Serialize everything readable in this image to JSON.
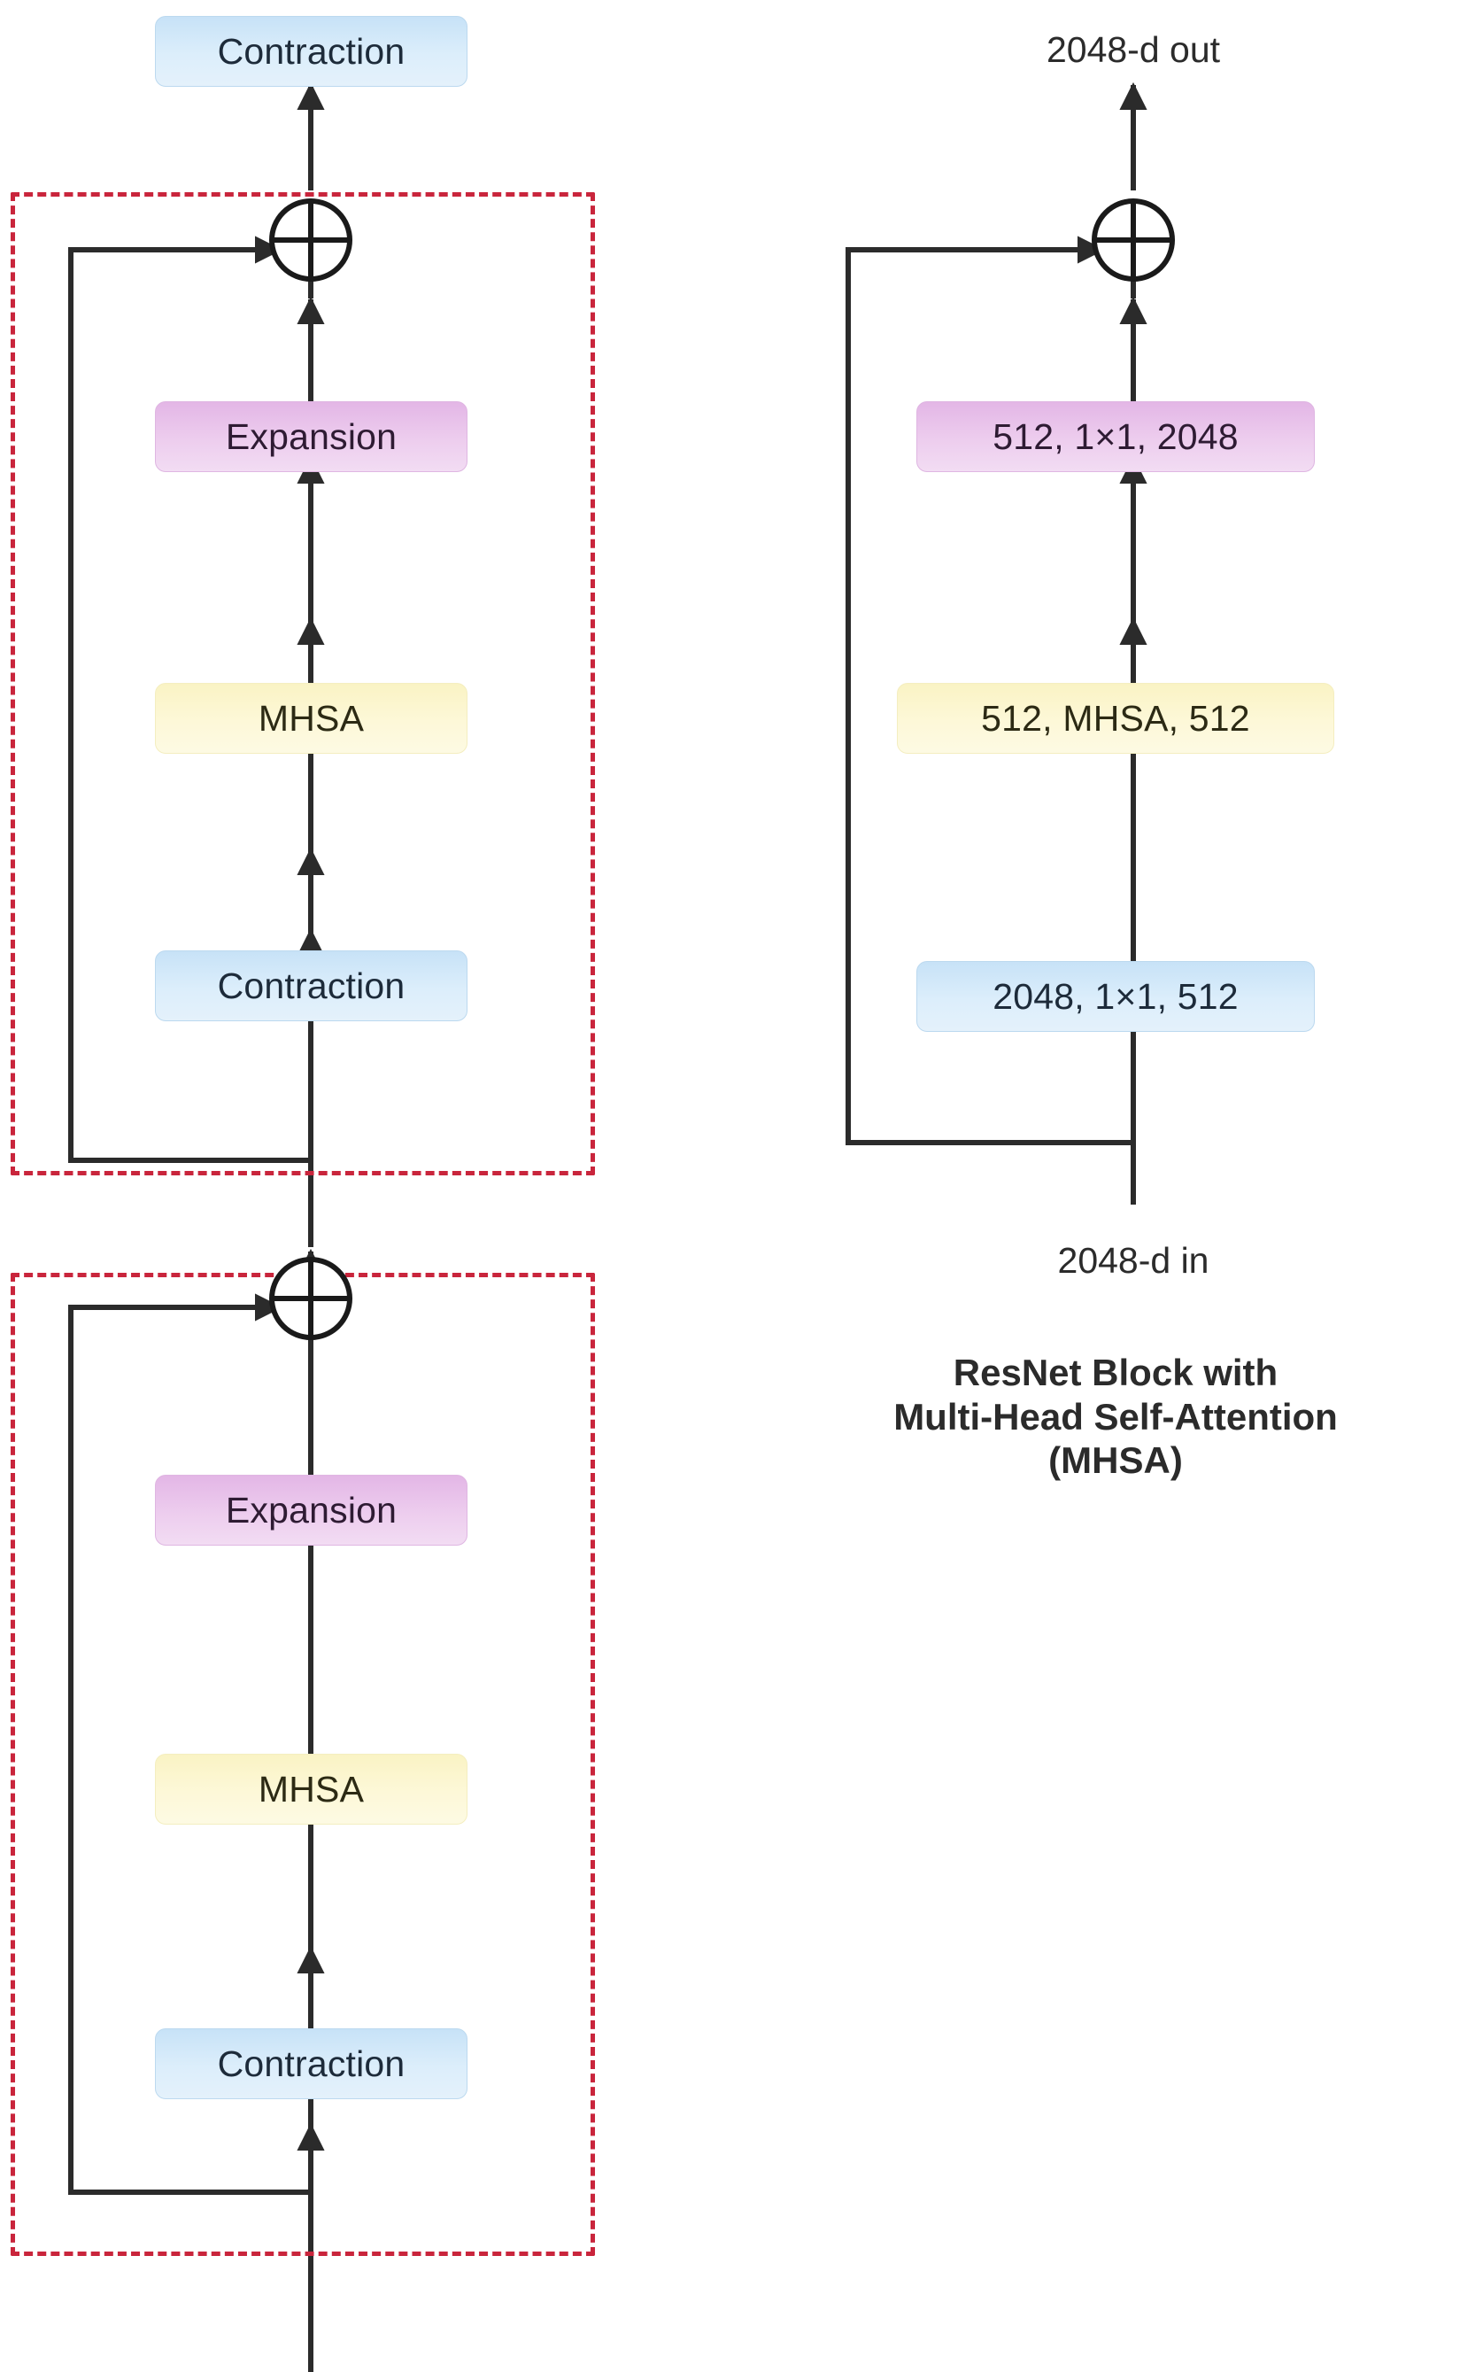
{
  "figure": {
    "caption": "ResNet Block with\nMulti-Head Self-Attention\n(MHSA)"
  },
  "colors": {
    "contraction_fill": "#dceefb",
    "expansion_fill": "#edcdee",
    "mhsa_fill": "#fdf8d8",
    "dashed_group": "#c9253c",
    "wire": "#2b2b2b",
    "text": "#2b2b2b"
  },
  "left_diagram": {
    "name": "abstract-stacked-mhsa-blocks",
    "top_output_box": {
      "label": "Contraction",
      "kind": "contraction"
    },
    "groups": [
      {
        "name": "mhsa-block-upper",
        "layers": [
          {
            "label": "Expansion",
            "kind": "expansion"
          },
          {
            "label": "MHSA",
            "kind": "mhsa"
          },
          {
            "label": "Contraction",
            "kind": "contraction"
          }
        ],
        "residual": "skip-connection-around-block",
        "adder": "circled-plus"
      },
      {
        "name": "mhsa-block-lower",
        "layers": [
          {
            "label": "Expansion",
            "kind": "expansion"
          },
          {
            "label": "MHSA",
            "kind": "mhsa"
          },
          {
            "label": "Contraction",
            "kind": "contraction"
          }
        ],
        "residual": "skip-connection-around-block",
        "adder": "circled-plus"
      }
    ]
  },
  "right_diagram": {
    "name": "concrete-resnet-mhsa-bottleneck",
    "in_label": "2048-d in",
    "out_label": "2048-d out",
    "layers": [
      {
        "label": "512,  1×1,  2048",
        "kind": "expansion"
      },
      {
        "label": "512,  MHSA,  512",
        "kind": "mhsa"
      },
      {
        "label": "2048,  1×1,  512",
        "kind": "contraction"
      }
    ],
    "residual": "skip-connection-around-block",
    "adder": "circled-plus"
  },
  "icons": {
    "adder": "circled-plus-icon",
    "arrow": "arrow-up-icon"
  }
}
